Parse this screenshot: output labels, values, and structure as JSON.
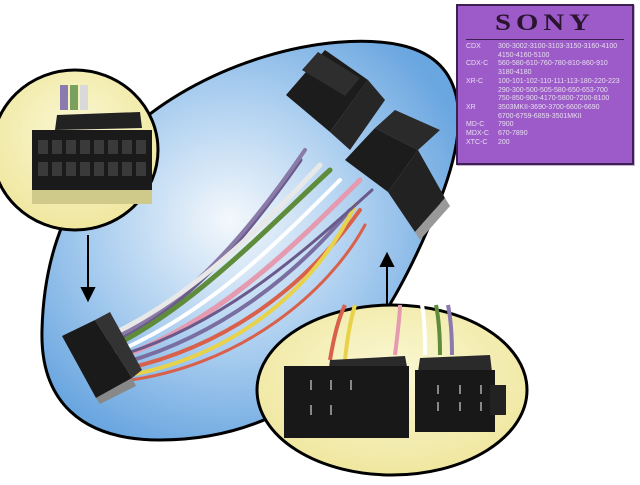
{
  "label": {
    "brand": "SONY",
    "background_color": "#9c5bc8",
    "rows": [
      {
        "model": "CDX",
        "numbers": "300-3002-3100-3103-3150-3160-4100"
      },
      {
        "model": "",
        "numbers": "4150-4160-5100"
      },
      {
        "model": "CDX-C",
        "numbers": "560-580-610-760-780-810-860-910"
      },
      {
        "model": "",
        "numbers": "3180-4180"
      },
      {
        "model": "XR-C",
        "numbers": "100-101-102-110-111-113-180-220-223"
      },
      {
        "model": "",
        "numbers": "290-300-500-505-580-650-653-700"
      },
      {
        "model": "",
        "numbers": "750-850-900-4170-5800-7200-8100"
      },
      {
        "model": "XR",
        "numbers": "3503MKII-3690-3700-6600-6690"
      },
      {
        "model": "",
        "numbers": "6700-6759-6859-3501MKII"
      },
      {
        "model": "MD-C",
        "numbers": "7900"
      },
      {
        "model": "MDX-C",
        "numbers": "670-7890"
      },
      {
        "model": "XTC-C",
        "numbers": "200"
      }
    ]
  },
  "photo": {
    "background_blob_color": "#8fc0ec",
    "inset_color": "#f5f0b0",
    "wire_colors": [
      "#6a5a8c",
      "#d9d9d9",
      "#5e8c3a",
      "#e59ab0",
      "#e8d24a",
      "#d9604a",
      "#7a6ea0",
      "#ffffff"
    ],
    "insets": [
      {
        "name": "sony-16-pin-connector-closeup"
      },
      {
        "name": "iso-connectors-closeup"
      }
    ]
  }
}
